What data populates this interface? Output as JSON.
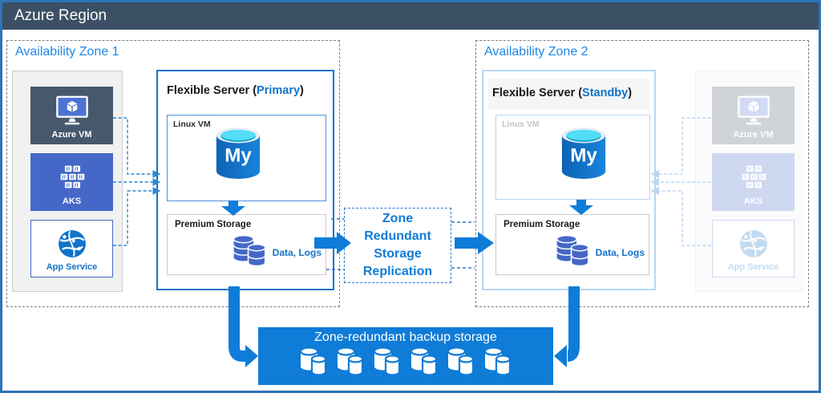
{
  "header": {
    "title": "Azure Region"
  },
  "zone1": {
    "label": "Availability Zone 1",
    "services": [
      {
        "label": "Azure VM"
      },
      {
        "label": "AKS"
      },
      {
        "label": "App Service"
      }
    ],
    "server": {
      "title_prefix": "Flexible Server (",
      "title_role": "Primary",
      "title_suffix": ")",
      "vm_label": "Linux VM",
      "db_text": "My",
      "storage_label": "Premium Storage",
      "storage_data": "Data, Logs"
    }
  },
  "zone2": {
    "label": "Availability Zone 2",
    "services": [
      {
        "label": "Azure VM"
      },
      {
        "label": "AKS"
      },
      {
        "label": "App Service"
      }
    ],
    "server": {
      "title_prefix": "Flexible Server (",
      "title_role": "Standby",
      "title_suffix": ")",
      "vm_label": "Linux VM",
      "db_text": "My",
      "storage_label": "Premium Storage",
      "storage_data": "Data, Logs"
    }
  },
  "replication": {
    "lines": [
      "Zone",
      "Redundant",
      "Storage",
      "Replication"
    ]
  },
  "backup": {
    "label": "Zone-redundant backup storage"
  },
  "colors": {
    "frame": "#2E74B5",
    "header-bg": "#3B5064",
    "accent": "#0F7CD8",
    "blue-text": "#1173C9",
    "zone-label": "#1E88E5",
    "royal": "#4568C8",
    "slate": "#46586C",
    "light-border": "#B7D7F2",
    "gray-border": "#C9C9C9",
    "dash-gray": "#7F7F7F",
    "connector": "#2E86D4",
    "faded-line": "#BCD6F0"
  }
}
